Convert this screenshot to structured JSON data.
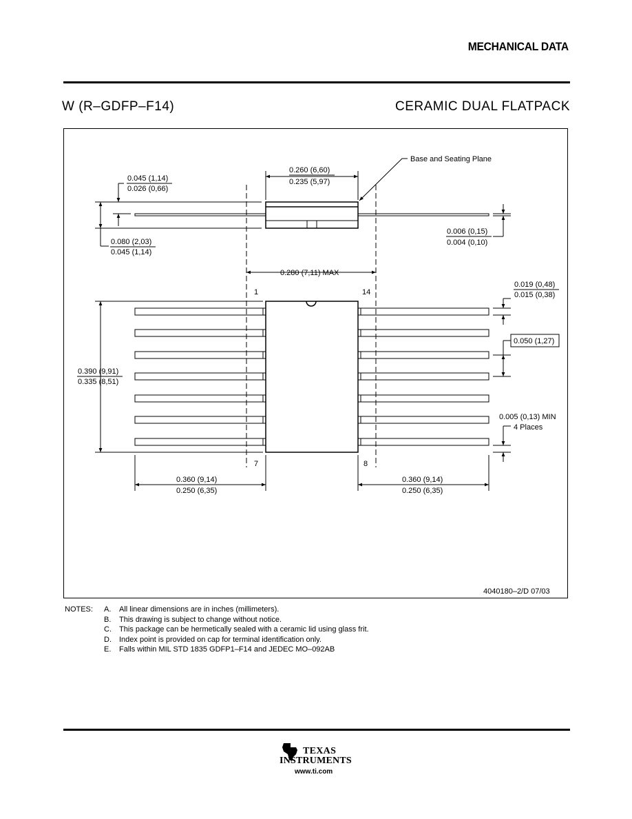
{
  "header": {
    "title": "MECHANICAL DATA",
    "package_code": "W (R–GDFP–F14)",
    "package_name": "CERAMIC DUAL FLATPACK"
  },
  "drawing": {
    "side_view": {
      "base_plane_label": "Base and Seating Plane",
      "body_width_max": "0.260 (6,60)",
      "body_width_min": "0.235 (5,97)",
      "lead_height_max": "0.045 (1,14)",
      "lead_height_min": "0.026 (0,66)",
      "overall_height_max": "0.080 (2,03)",
      "overall_height_min": "0.045 (1,14)",
      "lead_thick_max": "0.006 (0,15)",
      "lead_thick_min": "0.004 (0,10)",
      "span_max": "0.280 (7,11) MAX"
    },
    "top_view": {
      "pin_1": "1",
      "pin_14": "14",
      "pin_7": "7",
      "pin_8": "8",
      "lead_width_max": "0.019 (0,48)",
      "lead_width_min": "0.015 (0,38)",
      "pitch": "0.050 (1,27)",
      "body_length_max": "0.390 (9,91)",
      "body_length_min": "0.335 (8,51)",
      "end_clearance": "0.005 (0,13) MIN",
      "end_clearance_note": "4 Places",
      "lead_len_left_max": "0.360 (9,14)",
      "lead_len_left_min": "0.250 (6,35)",
      "lead_len_right_max": "0.360 (9,14)",
      "lead_len_right_min": "0.250 (6,35)"
    },
    "drawing_number": "4040180–2/D 07/03"
  },
  "notes": {
    "label": "NOTES:",
    "items": [
      {
        "key": "A.",
        "text": "All linear dimensions are in inches (millimeters)."
      },
      {
        "key": "B.",
        "text": "This drawing is subject to change without notice."
      },
      {
        "key": "C.",
        "text": "This package can be hermetically sealed with a ceramic lid using glass frit."
      },
      {
        "key": "D.",
        "text": "Index point is provided on cap for terminal identification only."
      },
      {
        "key": "E.",
        "text": "Falls within MIL STD 1835 GDFP1–F14 and JEDEC MO–092AB"
      }
    ]
  },
  "footer": {
    "brand_line1": "TEXAS",
    "brand_line2": "INSTRUMENTS",
    "url": "www.ti.com",
    "logo_icon": "texas-state-icon"
  }
}
